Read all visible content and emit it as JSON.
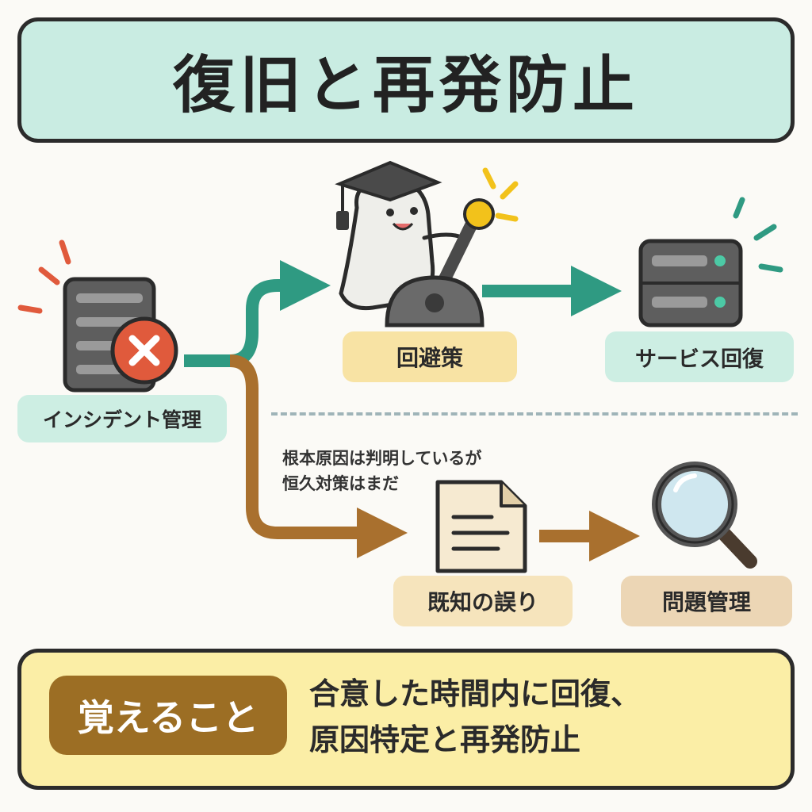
{
  "title": "復旧と再発防止",
  "nodes": {
    "incident": "インシデント管理",
    "workaround": "回避策",
    "service_restore": "サービス回復",
    "known_error": "既知の誤り",
    "problem_mgmt": "問題管理"
  },
  "note": {
    "line1": "根本原因は判明しているが",
    "line2": "恒久対策はまだ"
  },
  "bottom": {
    "badge": "覚えること",
    "line1": "合意した時間内に回復、",
    "line2": "原因特定と再発防止"
  },
  "colors": {
    "teal": "#2f9a82",
    "brown": "#a9702e",
    "title_bg": "#c9ece2",
    "bottom_bg": "#fbeea6",
    "badge_bg": "#9c6e24"
  },
  "icons": [
    "broken-server-icon",
    "ghost-mascot-icon",
    "lever-icon",
    "healthy-server-icon",
    "document-icon",
    "magnifier-icon"
  ]
}
